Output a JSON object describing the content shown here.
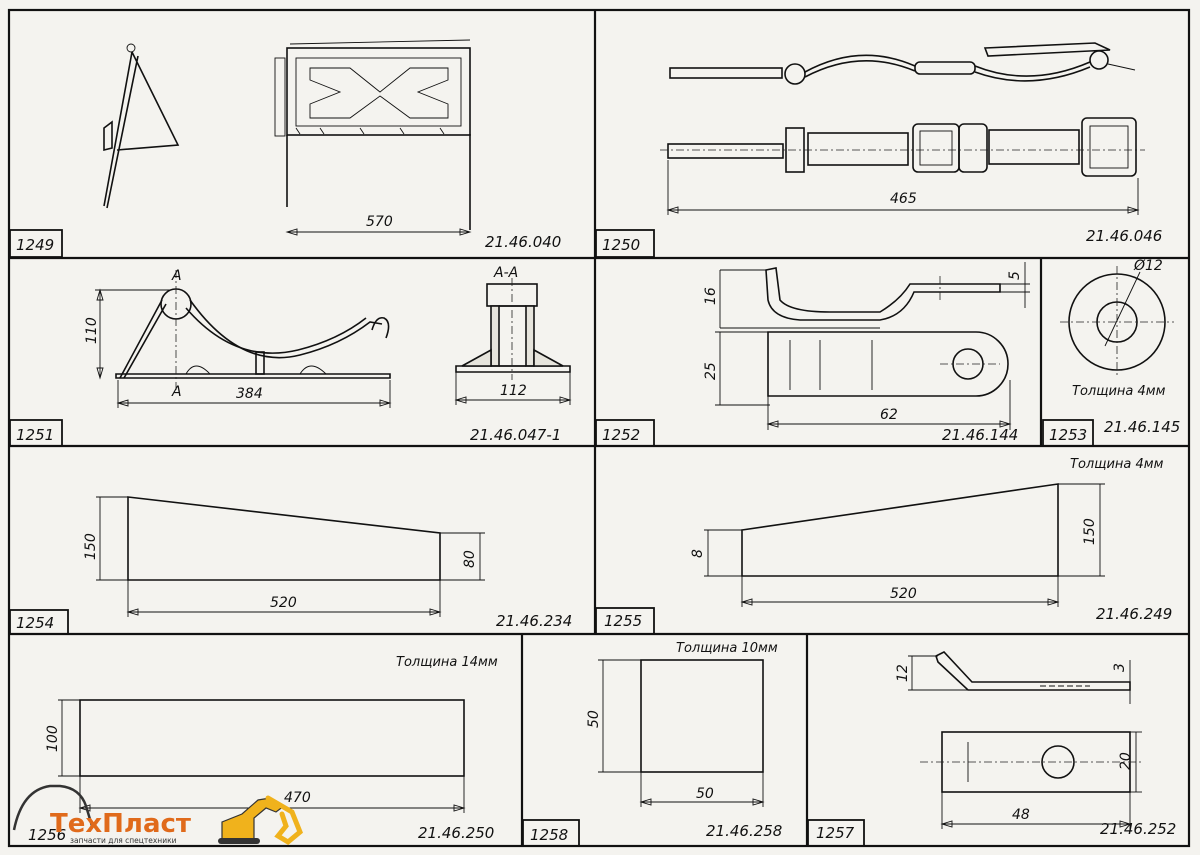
{
  "panels": [
    {
      "num": "1249",
      "code": "21.46.040",
      "dims": [
        "570"
      ]
    },
    {
      "num": "1250",
      "code": "21.46.046",
      "dims": [
        "465"
      ]
    },
    {
      "num": "1251",
      "code": "21.46.047-1",
      "dims": [
        "110",
        "384",
        "112"
      ],
      "section_label": "А-А",
      "cut_top": "А",
      "cut_bottom": "А"
    },
    {
      "num": "1252",
      "code": "21.46.144",
      "dims": [
        "16",
        "5",
        "25",
        "62"
      ]
    },
    {
      "num": "1253",
      "code": "21.46.145",
      "dims": [
        "Ø12"
      ],
      "note": "Толщина 4мм"
    },
    {
      "num": "1254",
      "code": "21.46.234",
      "dims": [
        "150",
        "80",
        "520"
      ]
    },
    {
      "num": "1255",
      "code": "21.46.249",
      "dims": [
        "8",
        "150",
        "520"
      ],
      "note": "Толщина 4мм"
    },
    {
      "num": "1256",
      "code": "21.46.250",
      "dims": [
        "100",
        "470"
      ],
      "note": "Толщина 14мм"
    },
    {
      "num": "1258",
      "code": "21.46.258",
      "dims": [
        "50",
        "50"
      ],
      "note": "Толщина 10мм"
    },
    {
      "num": "1257",
      "code": "21.46.252",
      "dims": [
        "12",
        "3",
        "20",
        "48"
      ]
    }
  ],
  "brand": {
    "name": "ТехПласт",
    "tagline": "запчасти для спецтехники",
    "color": "#e06a1b"
  }
}
